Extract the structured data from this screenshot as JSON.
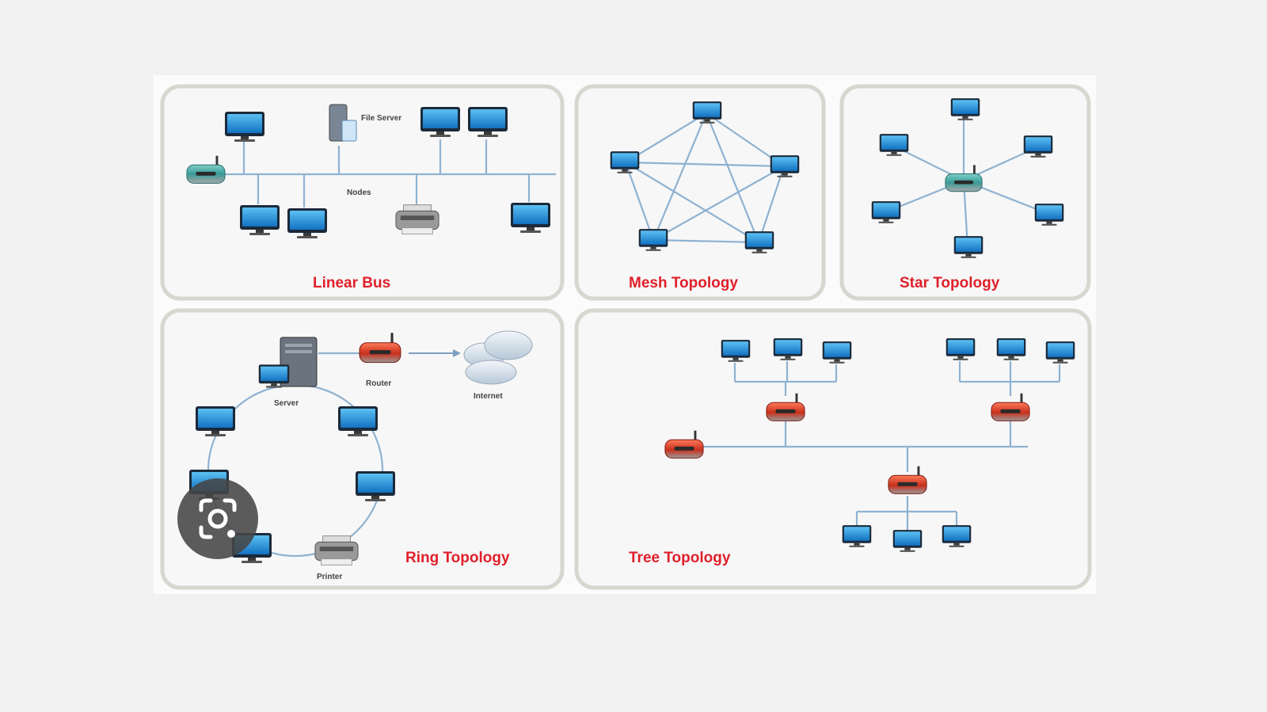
{
  "panels": {
    "linear_bus": {
      "title": "Linear Bus",
      "file_server_label": "File Server",
      "nodes_label": "Nodes"
    },
    "mesh": {
      "title": "Mesh Topology"
    },
    "star": {
      "title": "Star Topology"
    },
    "ring": {
      "title": "Ring Topology",
      "server_label": "Server",
      "router_label": "Router",
      "internet_label": "Internet",
      "printer_label": "Printer"
    },
    "tree": {
      "title": "Tree Topology"
    }
  },
  "overlay": {
    "lens_button_icon": "lens-icon"
  },
  "colors": {
    "title_red": "#e0202a",
    "wire": "#8fb2d0",
    "monitor_blue": "#1d8fd6",
    "router_red": "#d9452e"
  }
}
